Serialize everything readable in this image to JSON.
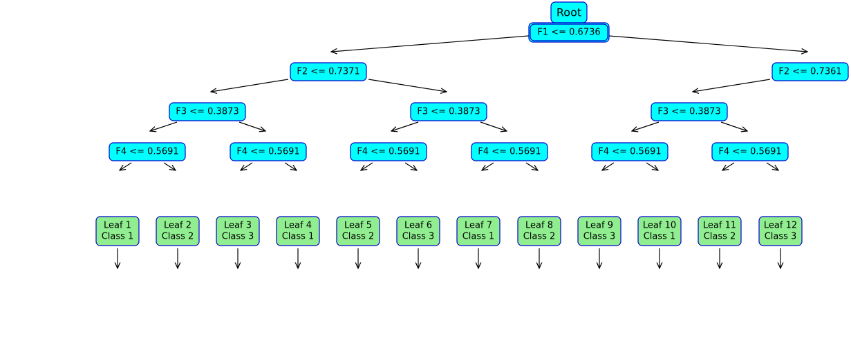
{
  "colors": {
    "split_fill": "#00ffff",
    "leaf_fill": "#90ee90",
    "node_border": "#0000cc",
    "edge": "#000000"
  },
  "root": {
    "label": "Root"
  },
  "split_levels": {
    "level1": [
      "F1 <= 0.6736"
    ],
    "level2": [
      "F2 <= 0.7371",
      "F2 <= 0.7361"
    ],
    "level3": [
      "F3 <= 0.3873",
      "F3 <= 0.3873",
      "F3 <= 0.3873"
    ],
    "level4": [
      "F4 <= 0.5691",
      "F4 <= 0.5691",
      "F4 <= 0.5691",
      "F4 <= 0.5691",
      "F4 <= 0.5691",
      "F4 <= 0.5691"
    ]
  },
  "leaves": [
    {
      "line1": "Leaf 1",
      "line2": "Class 1"
    },
    {
      "line1": "Leaf 2",
      "line2": "Class 2"
    },
    {
      "line1": "Leaf 3",
      "line2": "Class 3"
    },
    {
      "line1": "Leaf 4",
      "line2": "Class 1"
    },
    {
      "line1": "Leaf 5",
      "line2": "Class 2"
    },
    {
      "line1": "Leaf 6",
      "line2": "Class 3"
    },
    {
      "line1": "Leaf 7",
      "line2": "Class 1"
    },
    {
      "line1": "Leaf 8",
      "line2": "Class 2"
    },
    {
      "line1": "Leaf 9",
      "line2": "Class 3"
    },
    {
      "line1": "Leaf 10",
      "line2": "Class 1"
    },
    {
      "line1": "Leaf 11",
      "line2": "Class 2"
    },
    {
      "line1": "Leaf 12",
      "line2": "Class 3"
    }
  ]
}
